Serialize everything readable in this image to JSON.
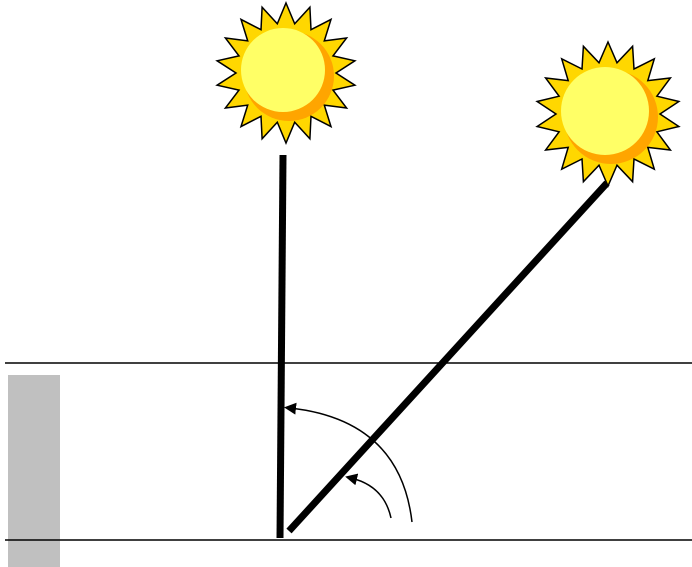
{
  "diagram": {
    "type": "sun-angle-illustration",
    "suns": [
      {
        "name": "sun-overhead",
        "icon": "sun-icon"
      },
      {
        "name": "sun-angled",
        "icon": "sun-icon"
      }
    ],
    "rays": [
      {
        "name": "vertical-ray"
      },
      {
        "name": "slanted-ray"
      }
    ],
    "arcs": [
      {
        "name": "outer-angle-arrow",
        "icon": "curved-arrow-icon"
      },
      {
        "name": "inner-angle-arrow",
        "icon": "curved-arrow-icon"
      }
    ],
    "colors": {
      "sun_rays": "#FFD700",
      "sun_disc": "#FFFF66",
      "sun_shade": "#FFA500",
      "lines": "#000000",
      "side_bar": "#C0C0C0",
      "background": "#FFFFFF"
    }
  }
}
